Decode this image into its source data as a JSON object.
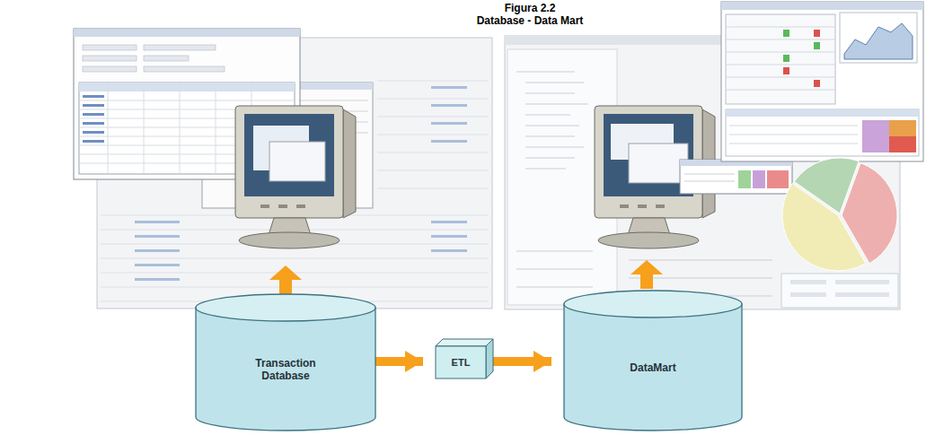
{
  "diagram": {
    "title": "Figura 2.2",
    "caption": "Database - Data Mart",
    "nodes": [
      {
        "text": [
          "Transaction Database"
        ]
      },
      {
        "text": [
          "ETL"
        ]
      },
      {
        "text": [
          "DataMart"
        ]
      }
    ],
    "edges": [
      {
        "from": 0,
        "to": 1,
        "arrow": "to"
      },
      {
        "from": 1,
        "to": 2,
        "arrow": "to"
      }
    ]
  }
}
